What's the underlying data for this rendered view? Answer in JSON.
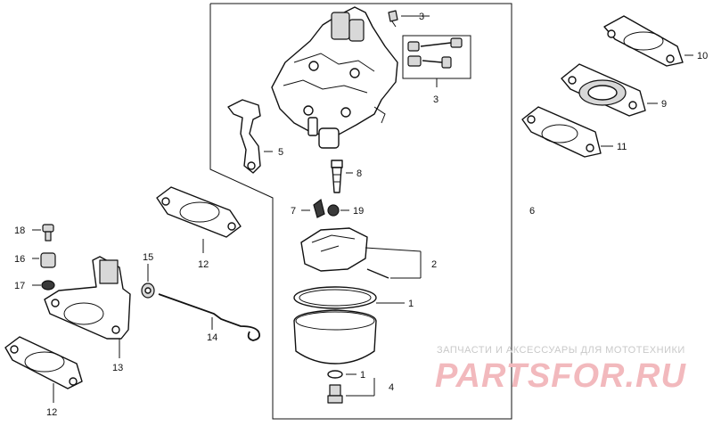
{
  "callouts": {
    "c1": "1",
    "c2": "2",
    "c3a": "3",
    "c3b": "3",
    "c4": "4",
    "c5": "5",
    "c6": "6",
    "c7": "7",
    "c8": "8",
    "c9": "9",
    "c10": "10",
    "c11": "11",
    "c12a": "12",
    "c12b": "12",
    "c13": "13",
    "c14": "14",
    "c15": "15",
    "c16": "16",
    "c17": "17",
    "c18": "18",
    "c19": "19",
    "c1b": "1"
  },
  "watermark": {
    "tagline": "ЗАПЧАСТИ И АКСЕССУАРЫ ДЛЯ МОТОТЕХНИКИ",
    "logo": "PARTSFOR.RU"
  },
  "colors": {
    "ink": "#111111",
    "watermark_logo": "#f2b9bd",
    "watermark_text": "#c9c9c9"
  }
}
